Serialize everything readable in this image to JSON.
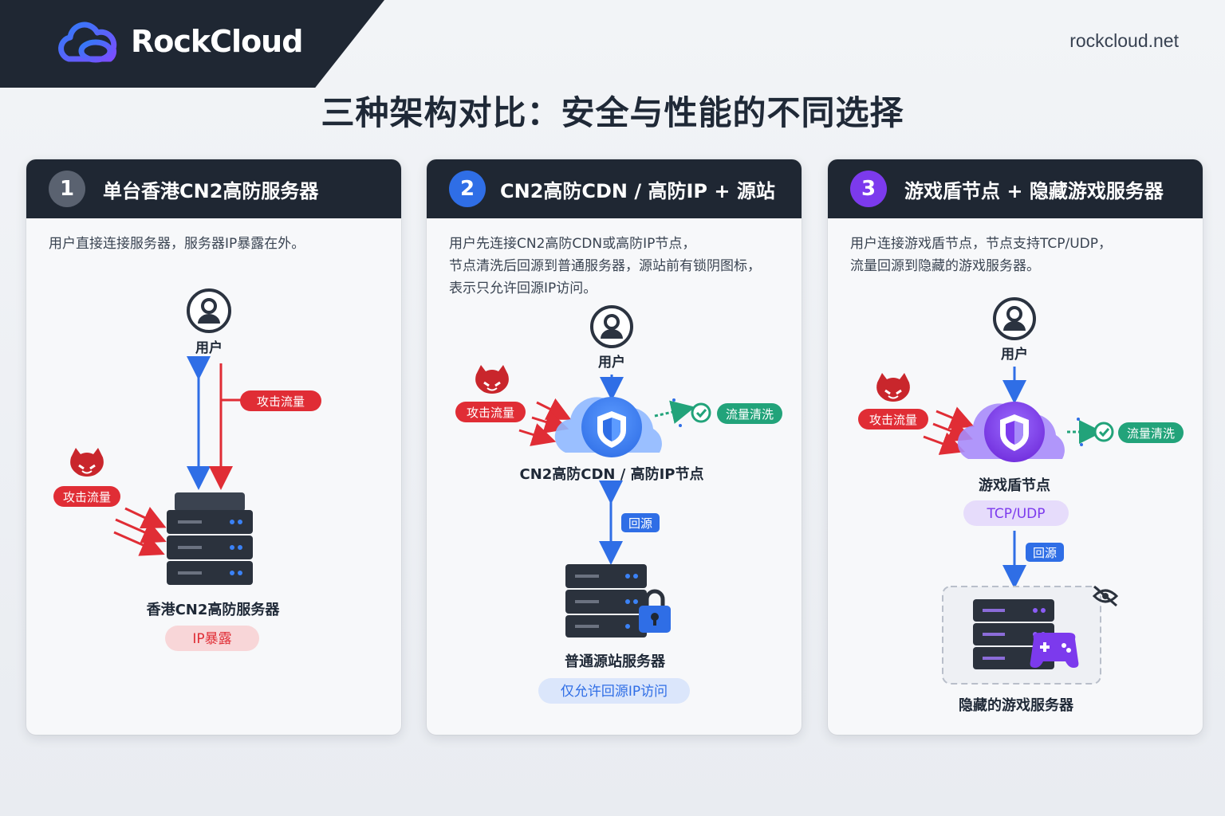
{
  "brand": {
    "name": "RockCloud",
    "url": "rockcloud.net"
  },
  "title": "三种架构对比：安全与性能的不同选择",
  "colors": {
    "dark": "#1f2733",
    "attack_red": "#e02d35",
    "blue": "#2f6ee6",
    "purple": "#7c3aed",
    "clean_green": "#22a37a"
  },
  "cards": [
    {
      "number": "1",
      "number_color": "#5a6270",
      "title": "单台香港CN2高防服务器",
      "desc": [
        "用户直接连接服务器，服务器IP暴露在外。"
      ],
      "user_label": "用户",
      "attack_label_top": "攻击流量",
      "attack_label_side": "攻击流量",
      "server_label": "香港CN2高防服务器",
      "badge": "IP暴露"
    },
    {
      "number": "2",
      "number_color": "#2f6ee6",
      "title": "CN2高防CDN / 高防IP + 源站",
      "desc": [
        "用户先连接CN2高防CDN或高防IP节点，",
        "节点清洗后回源到普通服务器，源站前有锁阴图标，",
        "表示只允许回源IP访问。"
      ],
      "user_label": "用户",
      "attack_label": "攻击流量",
      "clean_label": "流量清洗",
      "node_label": "CN2高防CDN / 高防IP节点",
      "back_label": "回源",
      "server_label": "普通源站服务器",
      "badge": "仅允许回源IP访问"
    },
    {
      "number": "3",
      "number_color": "#7c3aed",
      "title": "游戏盾节点 + 隐藏游戏服务器",
      "desc": [
        "用户连接游戏盾节点，节点支持TCP/UDP，",
        "流量回源到隐藏的游戏服务器。"
      ],
      "user_label": "用户",
      "attack_label": "攻击流量",
      "clean_label": "流量清洗",
      "node_label": "游戏盾节点",
      "protocol_badge": "TCP/UDP",
      "back_label": "回源",
      "server_label": "隐藏的游戏服务器"
    }
  ],
  "icons": [
    "cloud-logo-icon",
    "user-icon",
    "devil-attacker-icon",
    "server-icon",
    "shield-cloud-icon",
    "lock-icon",
    "check-icon",
    "gamepad-icon",
    "eye-off-icon"
  ]
}
